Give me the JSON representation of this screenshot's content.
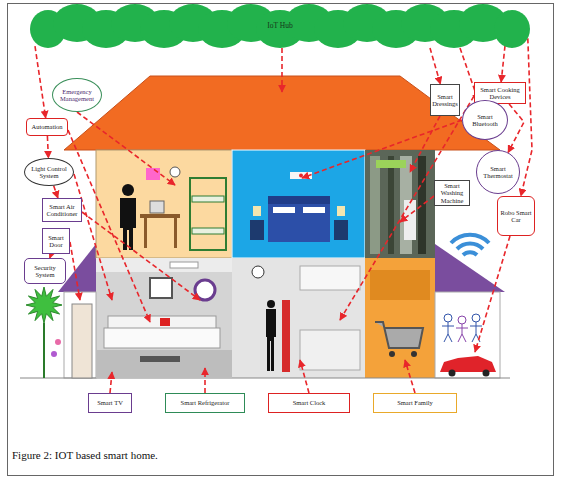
{
  "diagram": {
    "caption": "Figure 2: IOT based smart home.",
    "nodes": [
      {
        "text": [
          "IoT Hub"
        ]
      },
      {
        "text": [
          "Emergency Management"
        ]
      },
      {
        "text": [
          "Smart Dressings"
        ]
      },
      {
        "text": [
          "Smart Cooking Devices"
        ]
      },
      {
        "text": [
          "Smart Bluetooth"
        ]
      },
      {
        "text": [
          "Automation"
        ]
      },
      {
        "text": [
          "Light Control System"
        ]
      },
      {
        "text": [
          "Smart Thermostat"
        ]
      },
      {
        "text": [
          "Smart Washing Machine"
        ]
      },
      {
        "text": [
          "Smart Air Conditioner"
        ]
      },
      {
        "text": [
          "Smart Door"
        ]
      },
      {
        "text": [
          "Robo Smart Car"
        ]
      },
      {
        "text": [
          "Security System"
        ]
      },
      {
        "text": [
          "Smart TV"
        ]
      },
      {
        "text": [
          "Smart Refrigerator"
        ]
      },
      {
        "text": [
          "Smart Clock"
        ]
      },
      {
        "text": [
          "Smart Family"
        ]
      }
    ],
    "edges": [
      {
        "from": 0,
        "to": 5,
        "arrow": "to"
      },
      {
        "from": 5,
        "to": 6,
        "arrow": "to"
      },
      {
        "from": 6,
        "to": 9,
        "arrow": "to"
      },
      {
        "from": 10,
        "to": 12,
        "arrow": "to"
      },
      {
        "from": 0,
        "to": 2,
        "arrow": "to"
      },
      {
        "from": 0,
        "to": 4,
        "arrow": "to"
      },
      {
        "from": 0,
        "to": 3,
        "arrow": "to"
      },
      {
        "from": 3,
        "to": 7,
        "arrow": "to"
      },
      {
        "from": 0,
        "to": 11,
        "arrow": "to"
      }
    ]
  }
}
